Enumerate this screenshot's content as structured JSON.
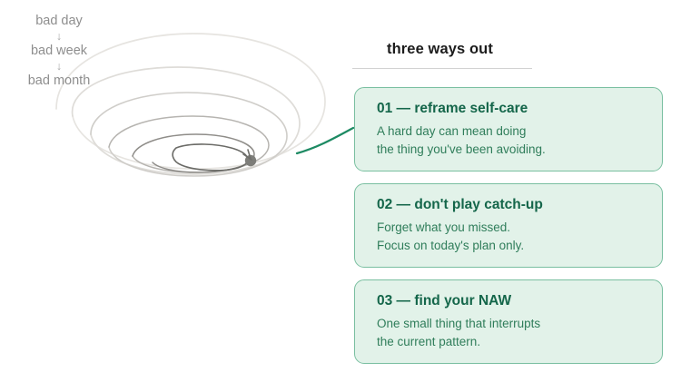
{
  "diagram": {
    "title": "bad-spiral-diagram",
    "escalation": [
      {
        "type": "label",
        "text": "bad day"
      },
      {
        "type": "arrow",
        "text": "↓"
      },
      {
        "type": "label",
        "text": "bad week"
      },
      {
        "type": "arrow",
        "text": "↓"
      },
      {
        "type": "label",
        "text": "bad month"
      }
    ],
    "spiral": {
      "turns": 3.5,
      "marker": "current-position-dot",
      "stroke_outer": "#e3e1dd",
      "stroke_inner": "#6b6b67"
    },
    "connector": {
      "name": "spiral-to-card-connector",
      "color": "#1d8a63"
    }
  },
  "ways": {
    "title": "three ways out",
    "cards": [
      {
        "heading": "01 — reframe self-care",
        "line1": "A hard day can mean doing",
        "line2": "the thing you've been avoiding."
      },
      {
        "heading": "02 — don't play catch-up",
        "line1": "Forget what you missed.",
        "line2": "Focus on today's plan only."
      },
      {
        "heading": "03 — find your NAW",
        "line1": "One small thing that interrupts",
        "line2": "the current pattern."
      }
    ]
  },
  "colors": {
    "background": "#ffffff",
    "card_bg": "#e2f2e9",
    "card_border": "#79bfa0",
    "card_heading": "#14664a",
    "card_body": "#2f7d5a",
    "label_gray": "#8e8e8e",
    "accent_green": "#1d8a63"
  }
}
